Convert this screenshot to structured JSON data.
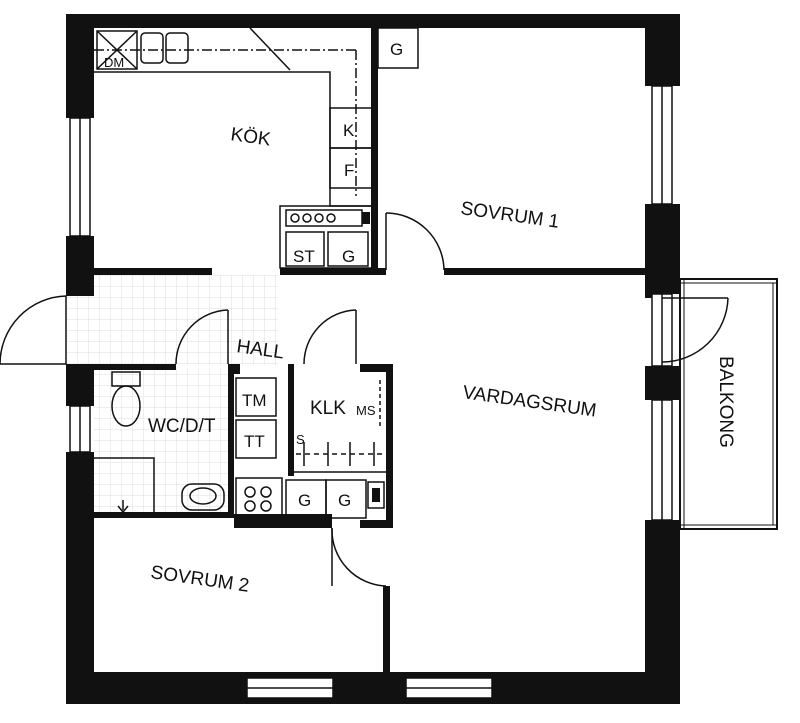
{
  "rooms": {
    "kitchen": "KÖK",
    "bedroom1": "SOVRUM 1",
    "living": "VARDAGSRUM",
    "bedroom2": "SOVRUM 2",
    "bathroom": "WC/D/T",
    "hall": "HALL",
    "closet": "KLK",
    "balcony": "BALKONG"
  },
  "fixtures": {
    "wardrobe_g": "G",
    "fridge": "K",
    "freezer": "F",
    "stove_cab": "ST",
    "kitchen_g": "G",
    "tm": "TM",
    "tt": "TT",
    "ms": "MS",
    "s": "S",
    "hall_g1": "G",
    "hall_g2": "G",
    "dm": "DM"
  }
}
